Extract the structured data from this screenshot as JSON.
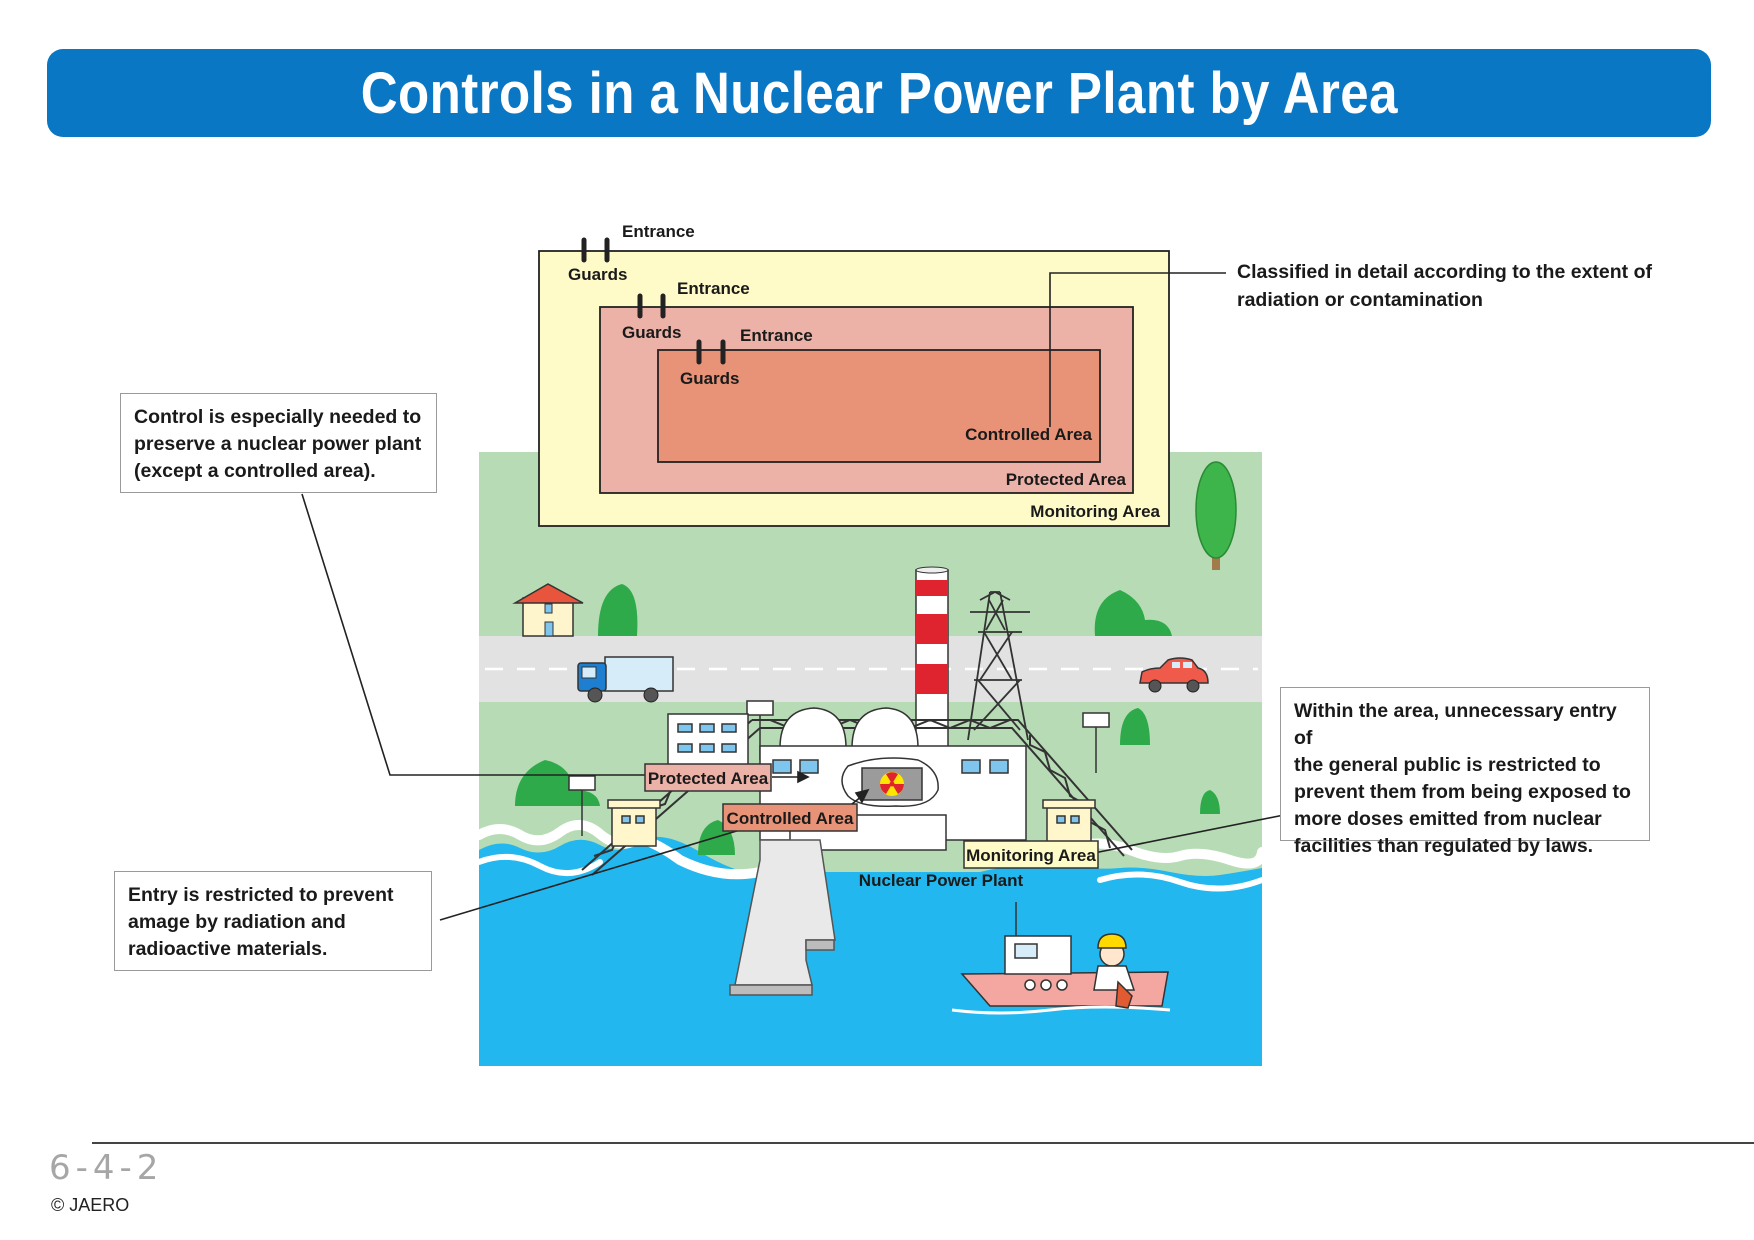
{
  "title": "Controls in a Nuclear Power Plant by Area",
  "zone_diagram": {
    "entrance_1": "Entrance",
    "guards_1": "Guards",
    "entrance_2": "Entrance",
    "guards_2": "Guards",
    "entrance_3": "Entrance",
    "guards_3": "Guards",
    "controlled_area": "Controlled Area",
    "protected_area": "Protected Area",
    "monitoring_area": "Monitoring Area",
    "colors": {
      "monitoring": "#fffbc8",
      "protected": "#edb2a7",
      "controlled": "#e89377"
    }
  },
  "callouts": {
    "classified": "Classified in detail according to the extent of\nradiation or contamination",
    "protected_note": "Control is especially needed to\npreserve a nuclear power plant\n(except a controlled area).",
    "controlled_note": "Entry is restricted to prevent\namage by radiation and\nradioactive materials.",
    "monitoring_note": "Within the area, unnecessary entry of\nthe general public is restricted to\nprevent them from being exposed to\nmore doses emitted from nuclear\nfacilities than regulated by laws."
  },
  "scene": {
    "protected_tag": "Protected Area",
    "controlled_tag": "Controlled Area",
    "monitoring_tag": "Monitoring Area",
    "plant_label": "Nuclear Power Plant",
    "colors": {
      "land": "#b7dcb5",
      "road": "#e2e2e2",
      "sea": "#22b7ee",
      "chimney_red": "#e0242f",
      "radiation_yellow": "#ffe600"
    }
  },
  "footer": {
    "page_number": "6-4-2",
    "copyright": "© JAERO"
  }
}
